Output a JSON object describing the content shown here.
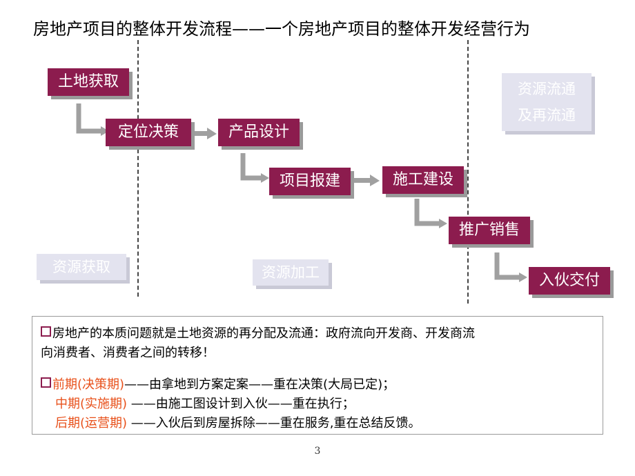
{
  "title": "房地产项目的整体开发流程——一个房地产项目的整体开发经营行为",
  "steps": {
    "land": "土地获取",
    "positioning": "定位决策",
    "product_design": "产品设计",
    "approval": "项目报建",
    "construction": "施工建设",
    "sales": "推广销售",
    "handover": "入伙交付"
  },
  "phases": {
    "acquisition": "资源获取",
    "processing": "资源加工",
    "circulation_line1": "资源流通",
    "circulation_line2": "及再流通"
  },
  "notes": {
    "para1_line1": "房地产的本质问题就是土地资源的再分配及流通：政府流向开发商、开发商流",
    "para1_line2": "向消费者、消费者之间的转移！",
    "early_label": "前期(决策期)",
    "early_text": "——由拿地到方案定案——重在决策(大局已定)；",
    "middle_label": "中期(实施期)",
    "middle_text": " ——由施工图设计到入伙——重在执行；",
    "late_label": "后期(运营期)",
    "late_text": " ——入伙后到房屋拆除——重在服务,重在总结反馈。"
  },
  "page_number": "3",
  "colors": {
    "step_bg": "#8c1c4e",
    "phase_bg": "#e3e3ef",
    "connector": "#a0a0a0",
    "highlight": "#e8501a"
  }
}
